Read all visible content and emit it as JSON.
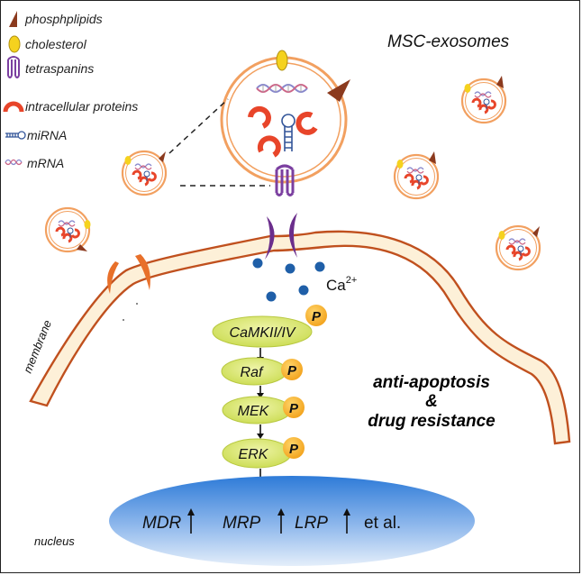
{
  "legend": {
    "items": [
      {
        "icon": "phospholipid-icon",
        "label": "phosphplipids"
      },
      {
        "icon": "cholesterol-icon",
        "label": "cholesterol"
      },
      {
        "icon": "tetraspanin-icon",
        "label": "tetraspanins"
      },
      {
        "icon": "intracellular-protein-icon",
        "label": "intracellular proteins"
      },
      {
        "icon": "mirna-icon",
        "label": "miRNA"
      },
      {
        "icon": "mrna-icon",
        "label": "mRNA"
      }
    ]
  },
  "title": "MSC-exosomes",
  "calcium": {
    "base": "Ca",
    "sup": "2+"
  },
  "membrane_label": "membrane",
  "nucleus_label": "nucleus",
  "cascade": [
    {
      "name": "CaMKII/IV",
      "phospho": "P"
    },
    {
      "name": "Raf",
      "phospho": "P"
    },
    {
      "name": "MEK",
      "phospho": "P"
    },
    {
      "name": "ERK",
      "phospho": "P"
    }
  ],
  "outcome": {
    "line1": "anti-apoptosis",
    "line2": "&",
    "line3": "drug resistance"
  },
  "genes": [
    "MDR",
    "MRP",
    "LRP"
  ],
  "genes_suffix": "et al.",
  "colors": {
    "phospholipid": "#8B3A1E",
    "cholesterol": "#F5D21E",
    "tetraspanin": "#7B3FA0",
    "protein": "#E8452A",
    "receptor": "#6B2E8C",
    "channel_orange": "#E8702A",
    "membrane_fill": "#FDF0D8",
    "membrane_stroke": "#C0501E",
    "calcium_dot": "#1F5FA8",
    "node_fill": "#DCE86A",
    "phospho_fill": "#F7B52A",
    "nucleus_top": "#2E7BD8",
    "nucleus_bottom": "#DCE8F8",
    "exosome_ring": "#F2A060"
  }
}
